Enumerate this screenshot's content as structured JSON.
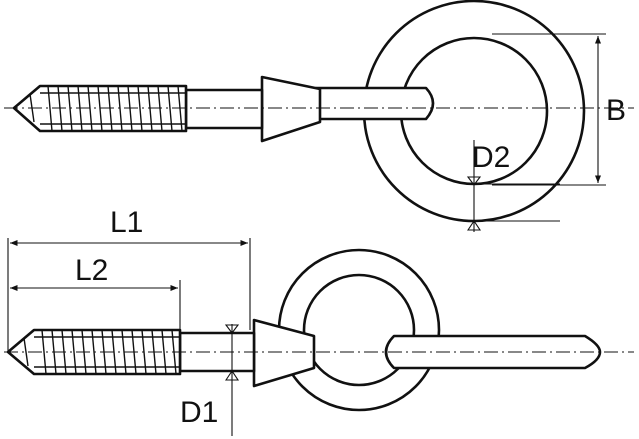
{
  "dimensions": {
    "b": "B",
    "d2": "D2",
    "l1": "L1",
    "l2": "L2",
    "d1": "D1"
  },
  "colors": {
    "stroke": "#111111",
    "background": "#ffffff"
  }
}
